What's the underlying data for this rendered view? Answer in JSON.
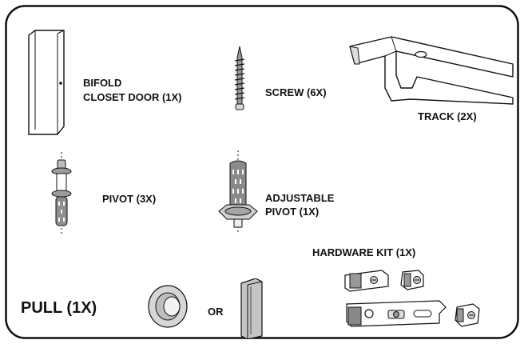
{
  "parts": {
    "bifold_door": {
      "line1": "BIFOLD",
      "line2": "CLOSET DOOR (1X)"
    },
    "screw": "SCREW (6X)",
    "track": "TRACK (2X)",
    "pivot": "PIVOT (3X)",
    "adjustable_pivot": {
      "line1": "ADJUSTABLE",
      "line2": "PIVOT (1X)"
    },
    "hardware_kit": "HARDWARE KIT (1X)",
    "pull": "PULL (1X)",
    "or": "OR"
  },
  "colors": {
    "frame": "#111111",
    "gray": "#b5b5b5",
    "dark_gray": "#7a7a7a"
  }
}
